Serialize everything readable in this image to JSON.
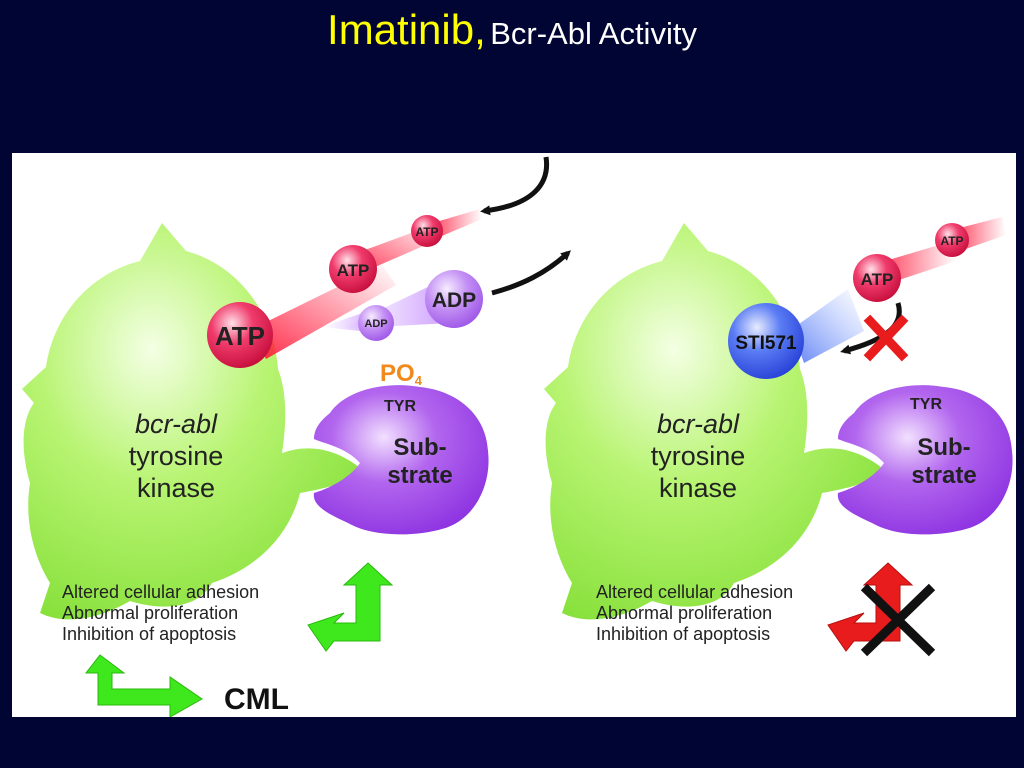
{
  "slide": {
    "title_main": "Imatinib,",
    "title_sub": "Bcr-Abl Activity"
  },
  "left_panel": {
    "atp_large": "ATP",
    "atp_medium": "ATP",
    "atp_small": "ATP",
    "adp_large": "ADP",
    "adp_small": "ADP",
    "phosphate": "PO",
    "phosphate_sub": "4",
    "substrate_site": "TYR",
    "substrate_line1": "Sub-",
    "substrate_line2": "strate",
    "kinase_line1": "bcr-abl",
    "kinase_line2": "tyrosine",
    "kinase_line3": "kinase",
    "effects": [
      "Altered cellular adhesion",
      "Abnormal proliferation",
      "Inhibition of apoptosis"
    ],
    "outcome": "CML"
  },
  "right_panel": {
    "atp_small": "ATP",
    "atp_medium": "ATP",
    "inhibitor": "STI571",
    "substrate_site": "TYR",
    "substrate_line1": "Sub-",
    "substrate_line2": "strate",
    "kinase_line1": "bcr-abl",
    "kinase_line2": "tyrosine",
    "kinase_line3": "kinase",
    "effects": [
      "Altered cellular adhesion",
      "Abnormal proliferation",
      "Inhibition of apoptosis"
    ]
  },
  "colors": {
    "background": "#000533",
    "title_main": "#ffff00",
    "title_sub": "#ffffff",
    "kinase": "#a8f060",
    "substrate": "#9f44e8",
    "atp": "#e8164c",
    "adp": "#b070f0",
    "inhibitor": "#3a5ef0",
    "phosphate": "#f08a1c",
    "up_arrow": "#3ee81c",
    "blocked_arrow": "#e81c1c"
  }
}
